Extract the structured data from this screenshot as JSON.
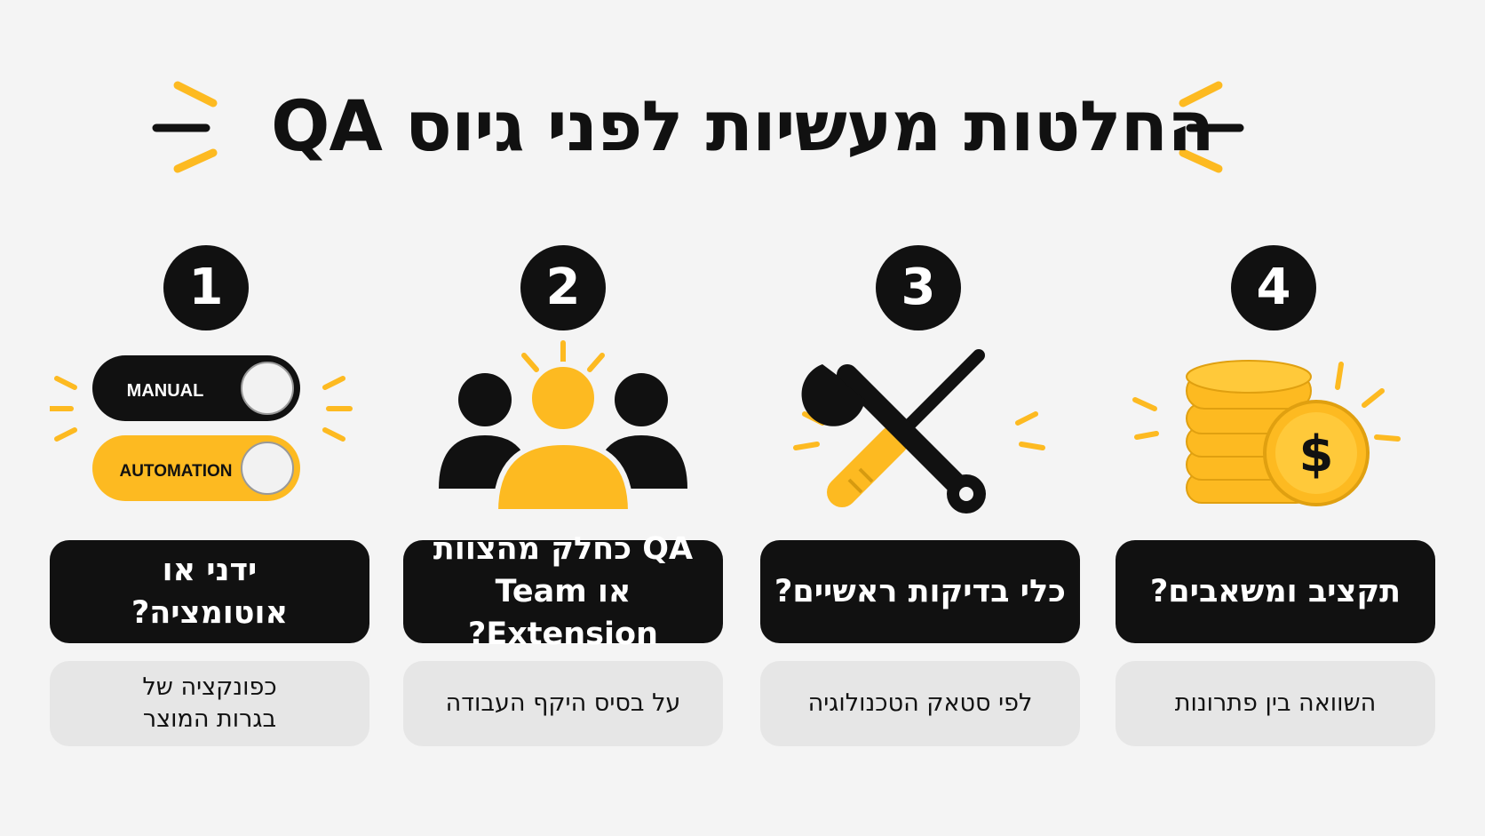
{
  "title": "החלטות מעשיות לפני גיוס QA",
  "colors": {
    "accent": "#FDBA21",
    "dark": "#111111",
    "light_box": "#E6E6E6",
    "background": "#F4F4F4"
  },
  "cards": [
    {
      "number": "1",
      "icon": "toggle-switches-icon",
      "toggle_manual": "MANUAL",
      "toggle_automation": "AUTOMATION",
      "question_line1": "ידני או",
      "question_line2": "אוטומציה?",
      "description_line1": "כפונקציה של",
      "description_line2": "בגרות המוצר"
    },
    {
      "number": "2",
      "icon": "team-people-icon",
      "question_line1": "QA כחלק מהצוות",
      "question_line2": "או Team Extension?",
      "description_line1": "על בסיס היקף העבודה"
    },
    {
      "number": "3",
      "icon": "wrench-screwdriver-icon",
      "question_line1": "כלי בדיקות ראשיים?",
      "description_line1": "לפי סטאק הטכנולוגיה"
    },
    {
      "number": "4",
      "icon": "coins-dollar-icon",
      "question_line1": "תקציב ומשאבים?",
      "description_line1": "השוואה בין פתרונות"
    }
  ]
}
